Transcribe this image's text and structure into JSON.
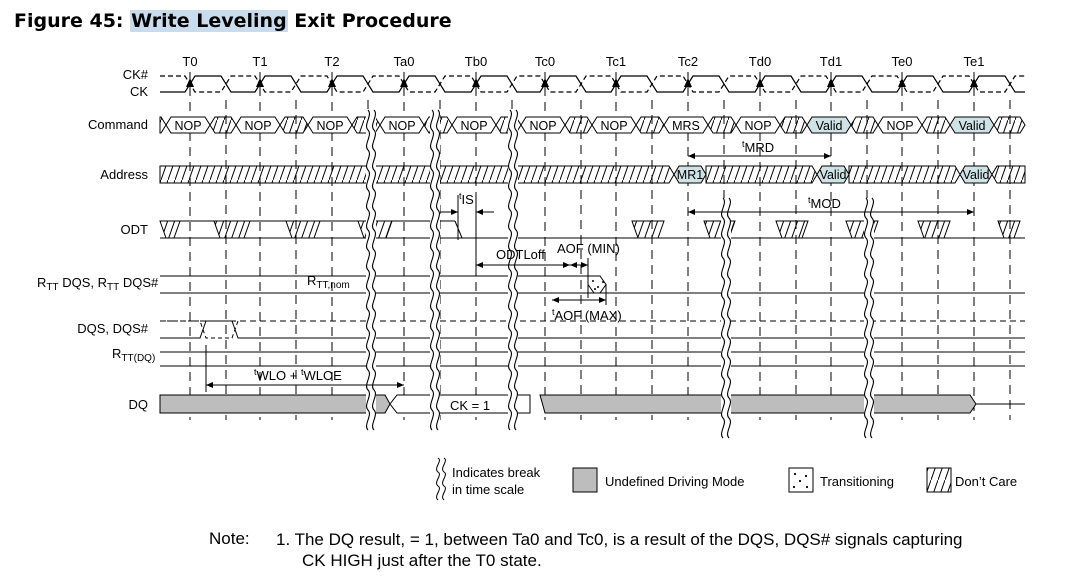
{
  "title": {
    "figure": "Figure 45:",
    "highlight": "Write Leveling",
    "rest": "Exit Procedure"
  },
  "clock_labels": [
    "T0",
    "T1",
    "T2",
    "Ta0",
    "Tb0",
    "Tc0",
    "Tc1",
    "Tc2",
    "Td0",
    "Td1",
    "Te0",
    "Te1"
  ],
  "signals": {
    "ck_n": "CK#",
    "ck": "CK",
    "command": "Command",
    "address": "Address",
    "odt": "ODT",
    "rtt_dqs": "DQS, R",
    "rtt_dqs_sub": "TT",
    "rtt_dqs_tail": "DQS#",
    "dqs": "DQS, DQS#",
    "rtt_dq_main": "R",
    "rtt_dq_sub": "TT(DQ)",
    "dq": "DQ"
  },
  "commands": [
    "NOP",
    "NOP",
    "NOP",
    "NOP",
    "NOP",
    "NOP",
    "NOP",
    "MRS",
    "NOP",
    "Valid",
    "NOP",
    "Valid"
  ],
  "address_values": [
    "MR1",
    "Valid",
    "Valid"
  ],
  "timing": {
    "tis": "IS",
    "tmrd": "MRD",
    "tmod": "MOD",
    "odtloff": "ODTLoff",
    "aof_min": "AOF (MIN)",
    "aof_max": "AOF (MAX)",
    "rtt_nom_main": "R",
    "rtt_nom_sub": "TT,nom",
    "wlo": "WLO + ",
    "wloe": "WLOE",
    "ck_eq": "CK = 1",
    "t_prefix": "t"
  },
  "legend": {
    "break_line1": "Indicates break",
    "break_line2": "in time scale",
    "undefined": "Undefined Driving Mode",
    "transitioning": "Transitioning",
    "dont_care": "Don’t Care"
  },
  "note": {
    "label": "Note:",
    "line1": "1.  The DQ result, = 1, between Ta0 and Tc0, is a result of the DQS, DQS# signals capturing",
    "line2": "CK HIGH just after the T0 state."
  },
  "colors": {
    "highlight": "#c9dcee",
    "valid_fill": "#cfe2e6",
    "undefined_fill": "#bdbdbd"
  }
}
